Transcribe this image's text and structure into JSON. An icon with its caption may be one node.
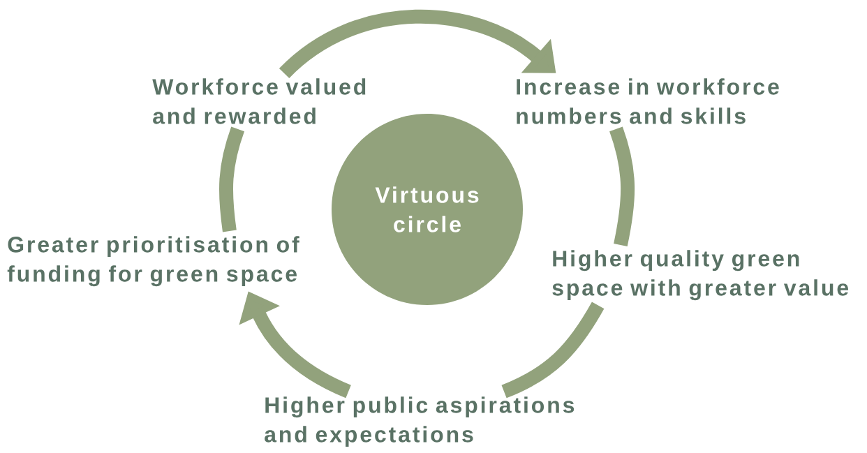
{
  "diagram": {
    "nodes": [
      {
        "text": [
          "Workforce valued and rewarded"
        ]
      },
      {
        "text": [
          "Increase in workforce numbers and skills"
        ]
      },
      {
        "text": [
          "Virtuous circle"
        ]
      },
      {
        "text": [
          "Greater prioritisation of funding for green space"
        ]
      },
      {
        "text": [
          "Higher quality green space with greater value"
        ]
      },
      {
        "text": [
          "Higher public aspirations and expectations"
        ]
      }
    ],
    "edges": [
      {
        "from": 0,
        "to": 1,
        "arrow": "to"
      },
      {
        "from": 1,
        "to": 4,
        "arrow": "none"
      },
      {
        "from": 4,
        "to": 5,
        "arrow": "none"
      },
      {
        "from": 5,
        "to": 3,
        "arrow": "to"
      },
      {
        "from": 3,
        "to": 0,
        "arrow": "none"
      }
    ]
  }
}
